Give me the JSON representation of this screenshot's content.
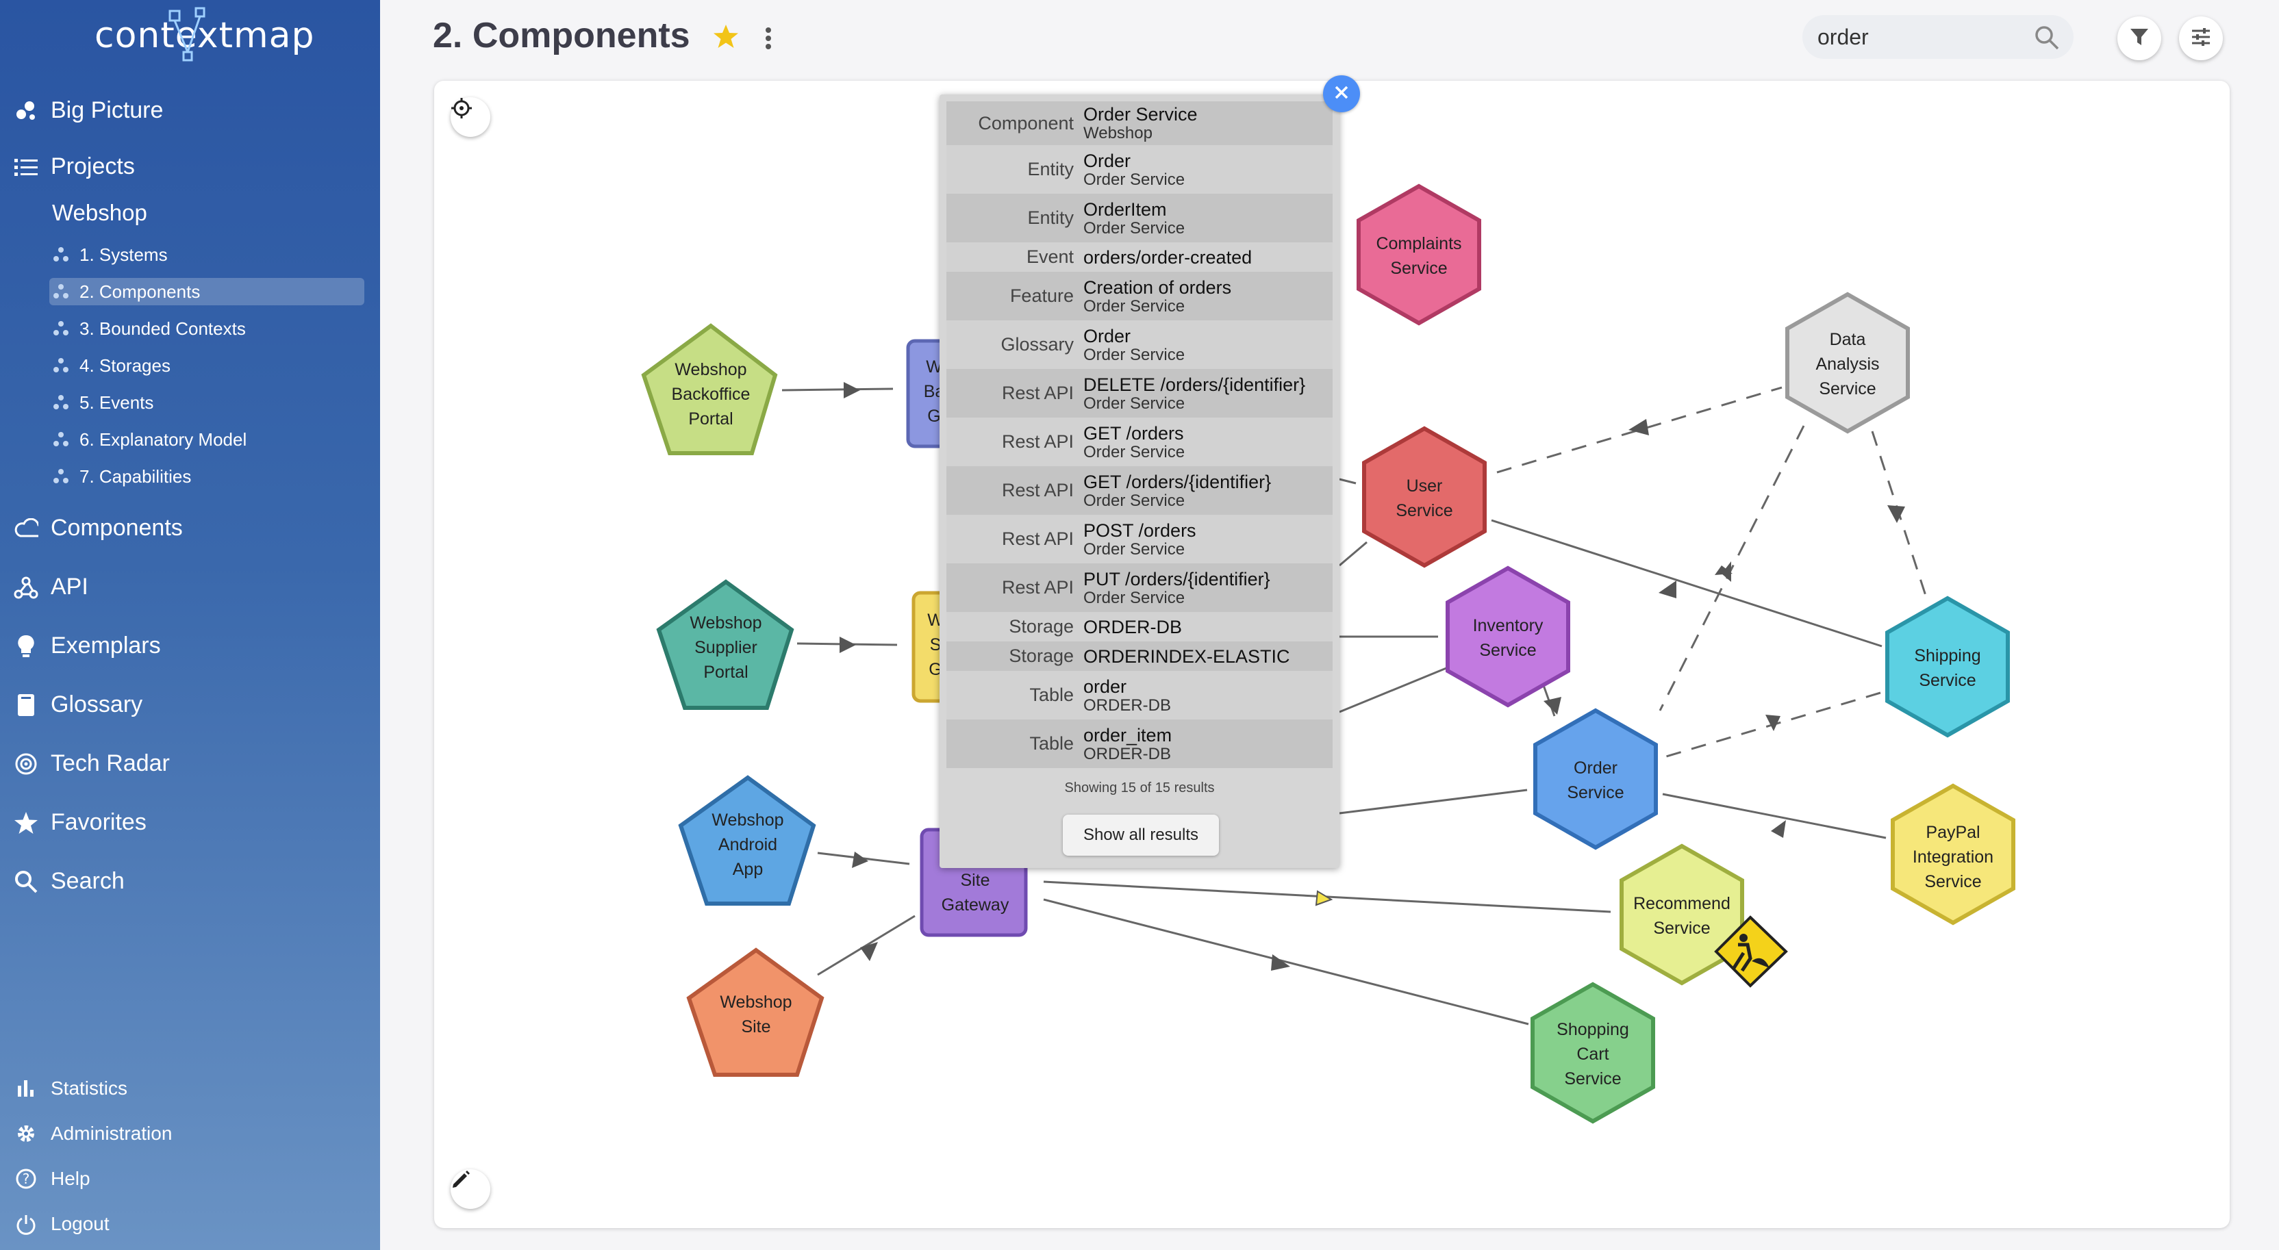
{
  "app": {
    "logo": "contextmap"
  },
  "sidebar": {
    "big_picture": "Big Picture",
    "projects": "Projects",
    "project_name": "Webshop",
    "project_items": [
      "1. Systems",
      "2. Components",
      "3. Bounded Contexts",
      "4. Storages",
      "5. Events",
      "6. Explanatory Model",
      "7. Capabilities"
    ],
    "components": "Components",
    "api": "API",
    "exemplars": "Exemplars",
    "glossary": "Glossary",
    "tech_radar": "Tech Radar",
    "favorites": "Favorites",
    "search": "Search",
    "statistics": "Statistics",
    "administration": "Administration",
    "help": "Help",
    "logout": "Logout"
  },
  "header": {
    "title": "2. Components"
  },
  "search": {
    "value": "order"
  },
  "popup": {
    "rows": [
      {
        "kind": "Component",
        "name": "Order Service",
        "sub": "Webshop"
      },
      {
        "kind": "Entity",
        "name": "Order",
        "sub": "Order Service"
      },
      {
        "kind": "Entity",
        "name": "OrderItem",
        "sub": "Order Service"
      },
      {
        "kind": "Event",
        "name": "orders/order-created",
        "sub": ""
      },
      {
        "kind": "Feature",
        "name": "Creation of orders",
        "sub": "Order Service"
      },
      {
        "kind": "Glossary",
        "name": "Order",
        "sub": "Order Service"
      },
      {
        "kind": "Rest API",
        "name": "DELETE /orders/{identifier}",
        "sub": "Order Service"
      },
      {
        "kind": "Rest API",
        "name": "GET /orders",
        "sub": "Order Service"
      },
      {
        "kind": "Rest API",
        "name": "GET /orders/{identifier}",
        "sub": "Order Service"
      },
      {
        "kind": "Rest API",
        "name": "POST /orders",
        "sub": "Order Service"
      },
      {
        "kind": "Rest API",
        "name": "PUT /orders/{identifier}",
        "sub": "Order Service"
      },
      {
        "kind": "Storage",
        "name": "ORDER-DB",
        "sub": ""
      },
      {
        "kind": "Storage",
        "name": "ORDERINDEX-ELASTIC",
        "sub": ""
      },
      {
        "kind": "Table",
        "name": "order",
        "sub": "ORDER-DB"
      },
      {
        "kind": "Table",
        "name": "order_item",
        "sub": "ORDER-DB"
      }
    ],
    "count": "Showing 15 of 15 results",
    "show_all": "Show all results"
  },
  "diagram": {
    "nodes": {
      "webshop_backoffice_portal": [
        "Webshop",
        "Backoffice",
        "Portal"
      ],
      "webshop_supplier_portal": [
        "Webshop",
        "Supplier",
        "Portal"
      ],
      "webshop_android_app": [
        "Webshop",
        "Android",
        "App"
      ],
      "webshop_site": [
        "Webshop",
        "Site"
      ],
      "gw1_partial": [
        "W",
        "Ba",
        "G"
      ],
      "gw2_partial": [
        "W",
        "S",
        "G"
      ],
      "site_gateway": [
        "Site",
        "Gateway"
      ],
      "complaints_service": [
        "Complaints",
        "Service"
      ],
      "user_service": [
        "User",
        "Service"
      ],
      "inventory_service": [
        "Inventory",
        "Service"
      ],
      "order_service": [
        "Order",
        "Service"
      ],
      "data_analysis_service": [
        "Data",
        "Analysis",
        "Service"
      ],
      "shipping_service": [
        "Shipping",
        "Service"
      ],
      "paypal_integration_service": [
        "PayPal",
        "Integration",
        "Service"
      ],
      "recommend_service": [
        "Recommend",
        "Service"
      ],
      "shopping_cart_service": [
        "Shopping",
        "Cart",
        "Service"
      ]
    },
    "colors": {
      "backoffice": "#c6de85",
      "supplier": "#5bb7a5",
      "android": "#5ea6e3",
      "site": "#f1936a",
      "gateway": "#a27ad9",
      "complaints": "#e96b96",
      "user": "#e36a6a",
      "inventory": "#c27ae0",
      "order": "#66a3ec",
      "data_analysis": "#e3e3e3",
      "shipping": "#5cd0e2",
      "paypal": "#f6e77a",
      "recommend": "#e6ef92",
      "shopping_cart": "#86d08c"
    }
  }
}
